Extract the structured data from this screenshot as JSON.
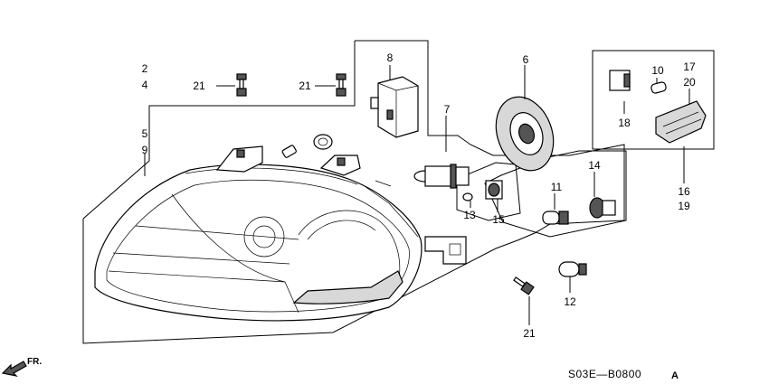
{
  "diagram": {
    "callouts": {
      "c2": "2",
      "c4": "4",
      "c5": "5",
      "c9": "9",
      "c21a": "21",
      "c21b": "21",
      "c21c": "21",
      "c8": "8",
      "c6": "6",
      "c7": "7",
      "c10": "10",
      "c17": "17",
      "c20": "20",
      "c18": "18",
      "c16": "16",
      "c19": "19",
      "c13": "13",
      "c15": "15",
      "c11": "11",
      "c14": "14",
      "c12": "12"
    },
    "diagram_code": "S03E—B0800",
    "diagram_code_suffix": "A",
    "direction_label": "FR."
  }
}
